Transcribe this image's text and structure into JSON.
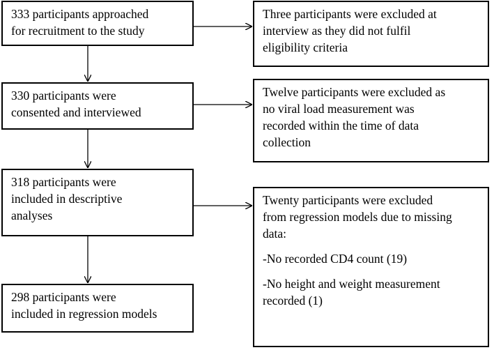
{
  "flow": {
    "main": [
      {
        "lines": [
          "333 participants approached",
          "for recruitment to the study"
        ]
      },
      {
        "lines": [
          "330 participants were",
          "consented and interviewed"
        ]
      },
      {
        "lines": [
          "318 participants were",
          "included in descriptive",
          "analyses"
        ]
      },
      {
        "lines": [
          "298 participants were",
          "included in regression models"
        ]
      }
    ],
    "exclusions": [
      {
        "lines": [
          "Three participants were excluded at",
          "interview as they did not fulfil",
          "eligibility criteria"
        ]
      },
      {
        "lines": [
          "Twelve participants were excluded as",
          "no viral load measurement was",
          "recorded within the time of data",
          "collection"
        ]
      },
      {
        "paragraphs": [
          [
            "Twenty participants were excluded",
            "from regression models due to missing",
            "data:"
          ],
          [
            "-No recorded CD4 count (19)"
          ],
          [
            "-No height and weight measurement",
            "recorded (1)"
          ]
        ]
      }
    ]
  }
}
